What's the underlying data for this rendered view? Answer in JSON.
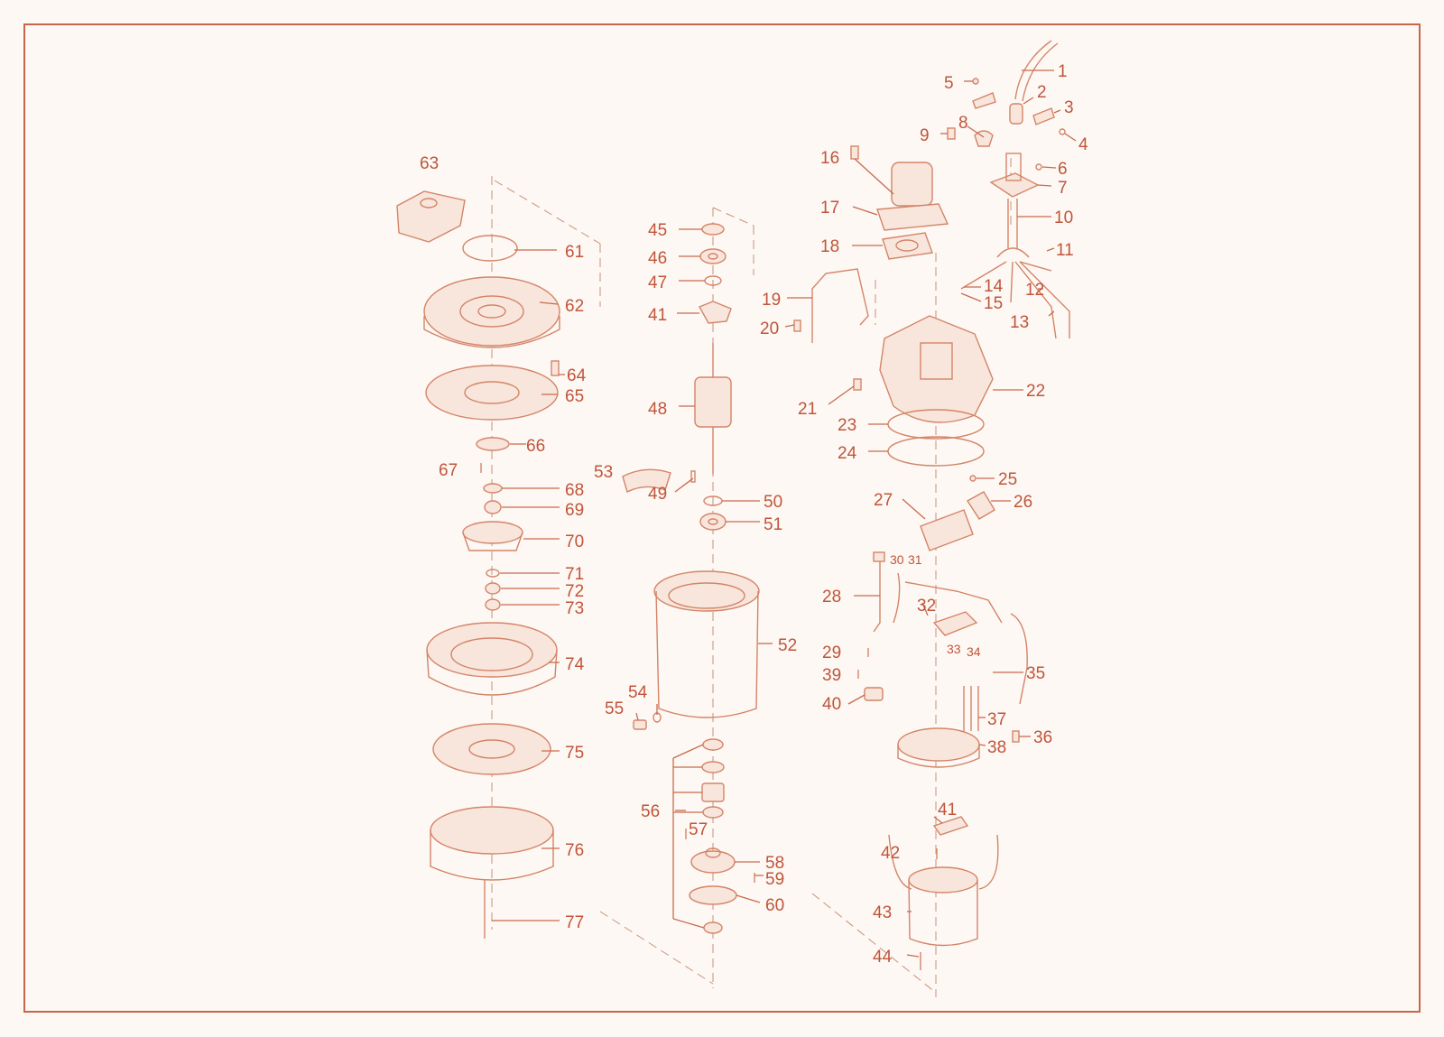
{
  "labels": {
    "p1": "1",
    "p2": "2",
    "p3": "3",
    "p4": "4",
    "p5": "5",
    "p6": "6",
    "p7": "7",
    "p8": "8",
    "p9": "9",
    "p10": "10",
    "p11": "11",
    "p12": "12",
    "p13": "13",
    "p14": "14",
    "p15": "15",
    "p16": "16",
    "p17": "17",
    "p18": "18",
    "p19": "19",
    "p20": "20",
    "p21": "21",
    "p22": "22",
    "p23": "23",
    "p24": "24",
    "p25": "25",
    "p26": "26",
    "p27": "27",
    "p28": "28",
    "p29": "29",
    "p30": "30",
    "p31": "31",
    "p32": "32",
    "p33": "33",
    "p34": "34",
    "p35": "35",
    "p36": "36",
    "p37": "37",
    "p38": "38",
    "p39": "39",
    "p40": "40",
    "p41": "41",
    "p41b": "41",
    "p42": "42",
    "p43": "43",
    "p44": "44",
    "p45": "45",
    "p46": "46",
    "p47": "47",
    "p48": "48",
    "p49": "49",
    "p50": "50",
    "p51": "51",
    "p52": "52",
    "p53": "53",
    "p54": "54",
    "p55": "55",
    "p56": "56",
    "p57": "57",
    "p58": "58",
    "p59": "59",
    "p60": "60",
    "p61": "61",
    "p62": "62",
    "p63": "63",
    "p64": "64",
    "p65": "65",
    "p66": "66",
    "p67": "67",
    "p68": "68",
    "p69": "69",
    "p70": "70",
    "p71": "71",
    "p72": "72",
    "p73": "73",
    "p74": "74",
    "p75": "75",
    "p76": "76",
    "p77": "77"
  },
  "colors": {
    "ink": "#c0553b",
    "line": "#d48468",
    "frame": "#c8664a",
    "background": "#fdf8f3"
  }
}
